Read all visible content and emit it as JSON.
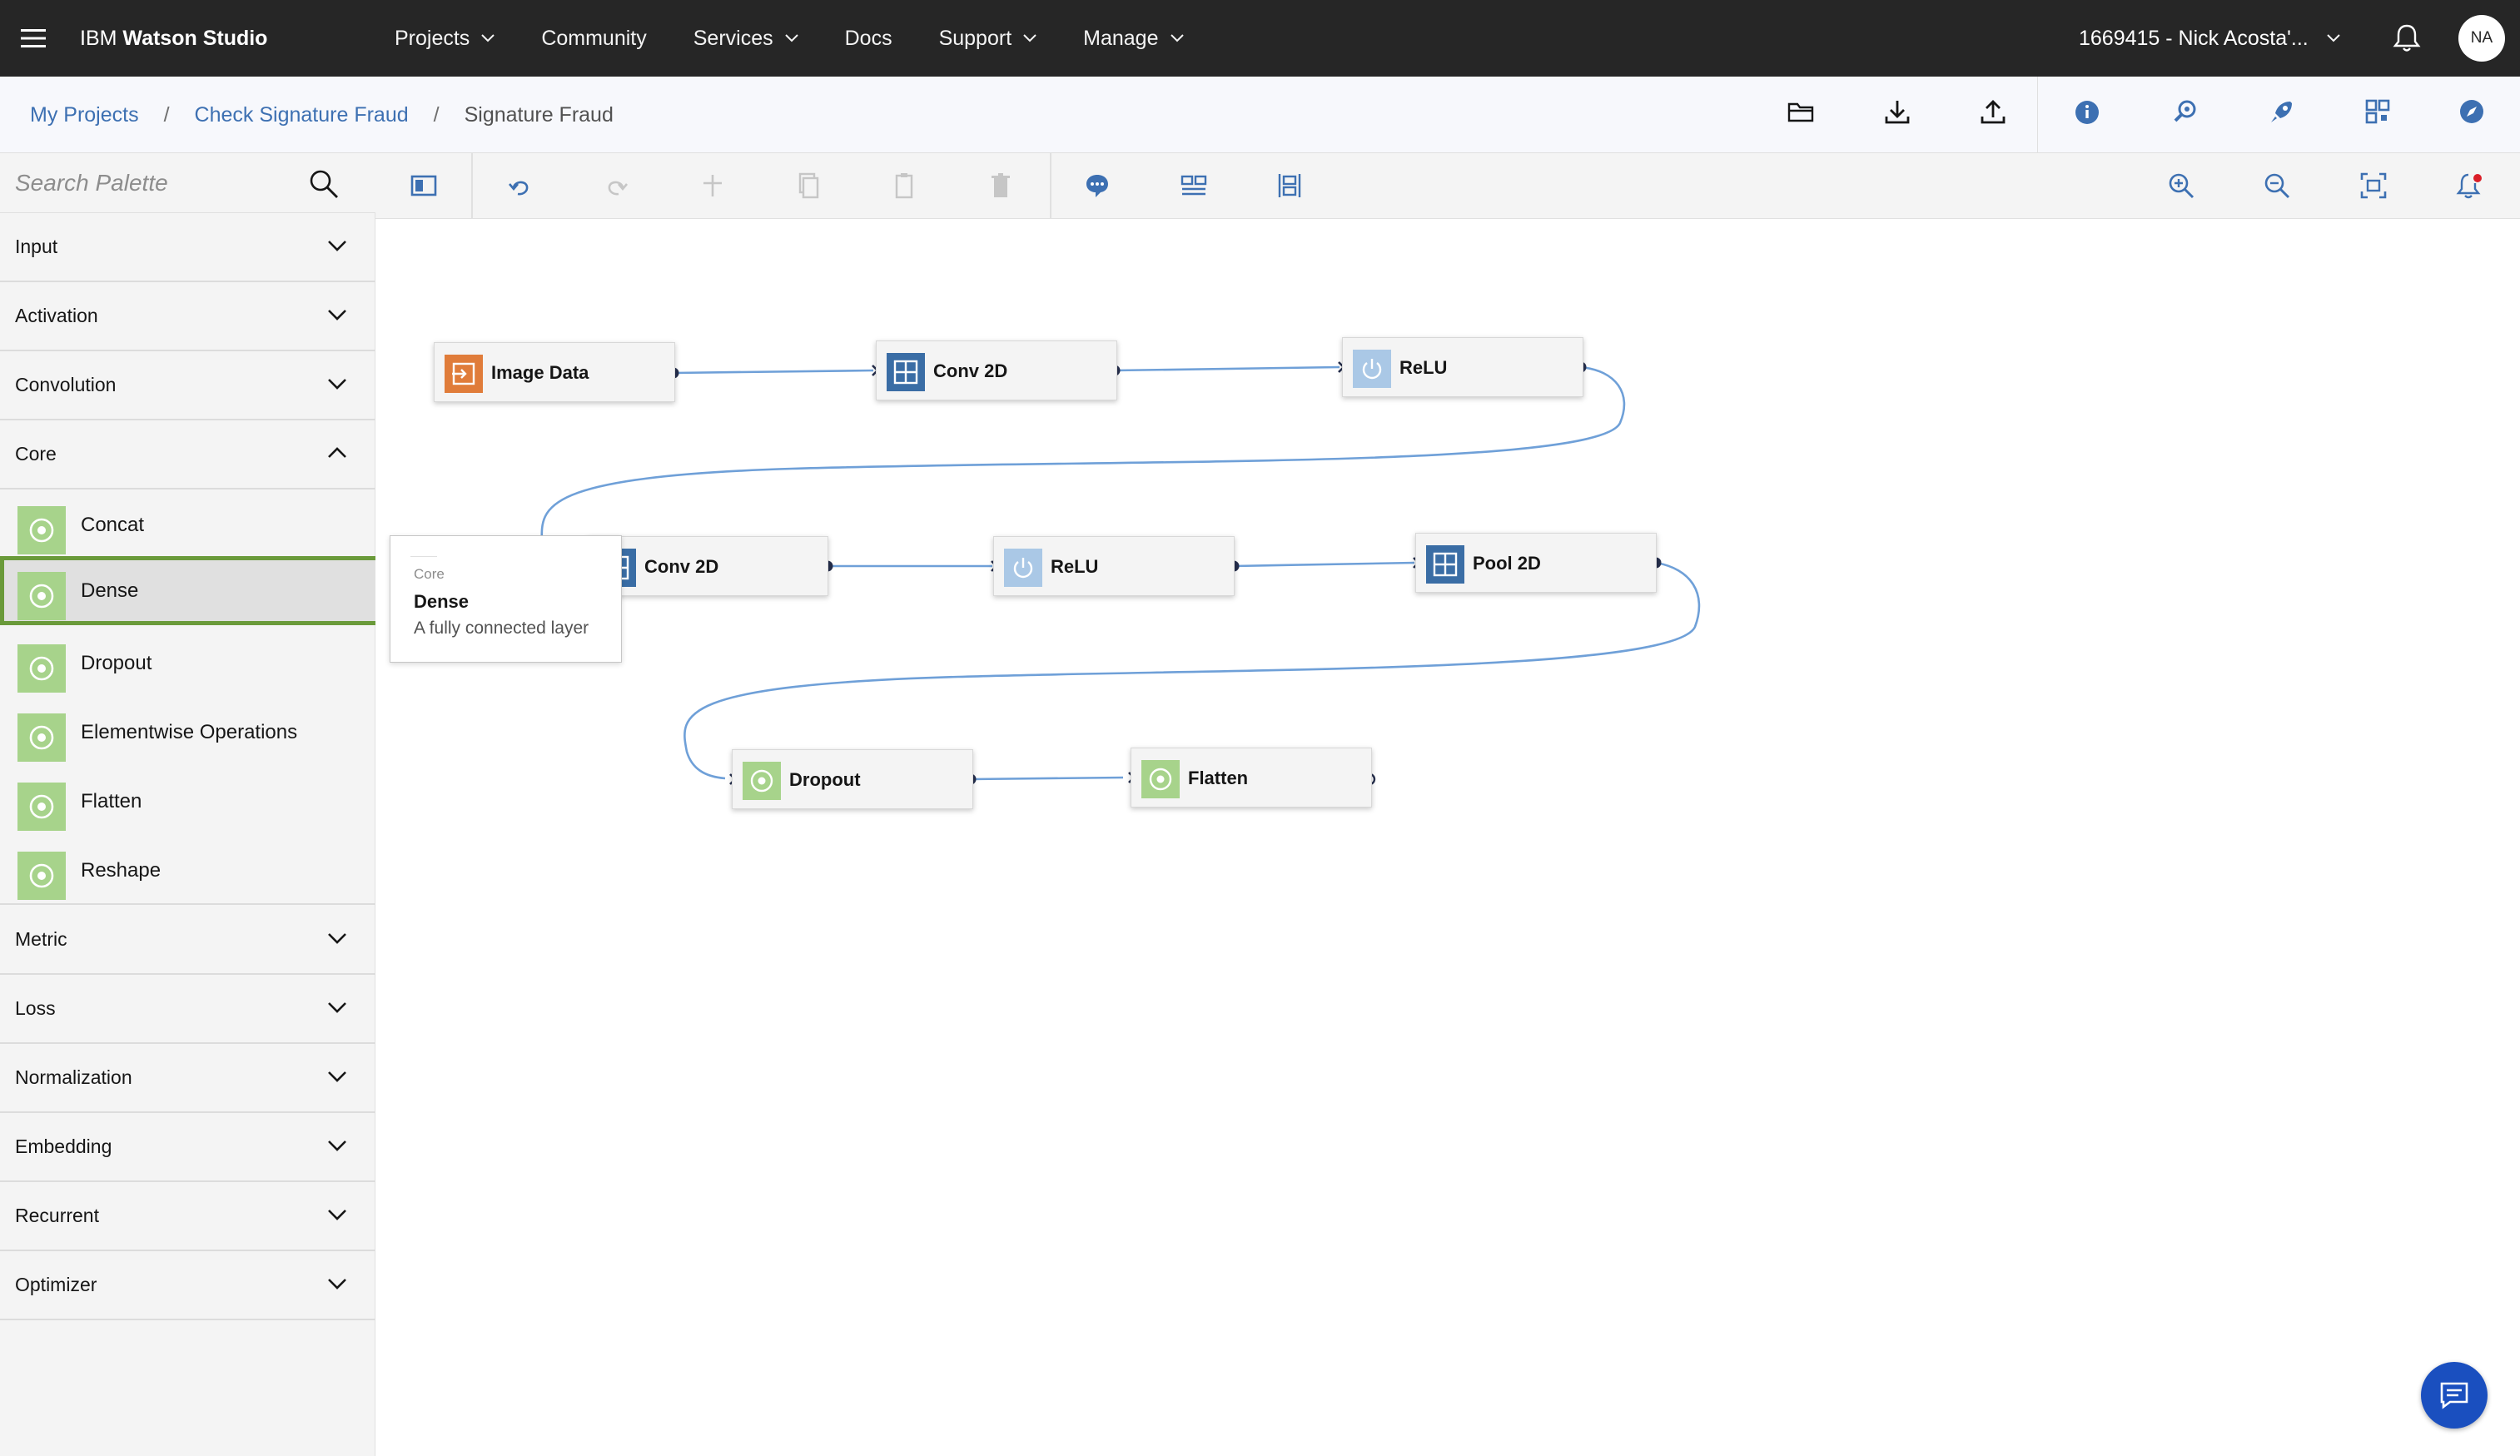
{
  "topnav": {
    "brand_prefix": "IBM",
    "brand_name": "Watson Studio",
    "menu": [
      "Projects",
      "Community",
      "Services",
      "Docs",
      "Support",
      "Manage"
    ],
    "account": "1669415 - Nick Acosta'...",
    "avatar": "NA"
  },
  "breadcrumb": {
    "items": [
      "My Projects",
      "Check Signature Fraud"
    ],
    "separator": "/",
    "current": "Signature Fraud"
  },
  "palette": {
    "search_placeholder": "Search Palette",
    "categories_top": [
      "Input",
      "Activation",
      "Convolution",
      "Core"
    ],
    "core_items": [
      "Concat",
      "Dense",
      "Dropout",
      "Elementwise Operations",
      "Flatten",
      "Reshape"
    ],
    "selected_item": "Dense",
    "categories_bottom": [
      "Metric",
      "Loss",
      "Normalization",
      "Embedding",
      "Recurrent",
      "Optimizer"
    ]
  },
  "tooltip": {
    "category": "Core",
    "title": "Dense",
    "description": "A fully connected layer"
  },
  "flow": {
    "nodes": [
      {
        "label": "Image Data",
        "type": "input"
      },
      {
        "label": "Conv 2D",
        "type": "grid"
      },
      {
        "label": "ReLU",
        "type": "activation"
      },
      {
        "label": "Conv 2D",
        "type": "grid"
      },
      {
        "label": "ReLU",
        "type": "activation"
      },
      {
        "label": "Pool 2D",
        "type": "grid"
      },
      {
        "label": "Dropout",
        "type": "core"
      },
      {
        "label": "Flatten",
        "type": "core"
      }
    ]
  },
  "colors": {
    "nav_bg": "#262626",
    "input_node": "#e07c3a",
    "grid_node": "#3a6da5",
    "activation_node": "#aac8e6",
    "core_node": "#a7d38b",
    "link": "#6fa0d8",
    "selected_border": "#6a9a3a",
    "chat_button": "#1a4fbf"
  }
}
